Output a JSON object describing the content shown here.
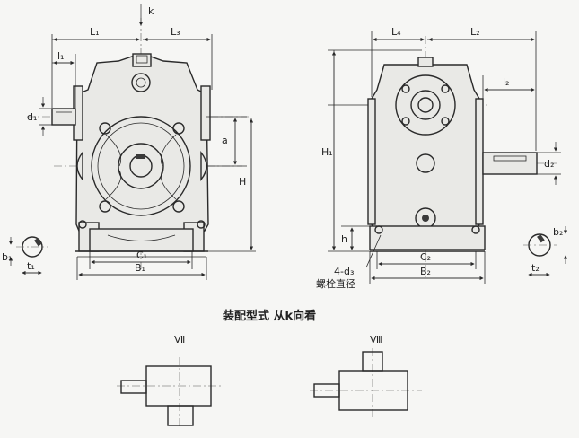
{
  "front_view": {
    "label_k": "k",
    "label_l1": "L₁",
    "label_l3": "L₃",
    "label_l1_shaft": "l₁",
    "label_d1": "d₁",
    "label_a": "a",
    "label_h": "H",
    "label_c1": "C₁",
    "label_b1": "B₁",
    "label_b1_key": "b₁",
    "label_t1": "t₁"
  },
  "side_view": {
    "label_l4": "L₄",
    "label_l2": "L₂",
    "label_l2_shaft": "l₂",
    "label_d2": "d₂",
    "label_h1": "H₁",
    "label_h_base": "h",
    "label_c2": "C₂",
    "label_b2": "B₂",
    "label_b2_key": "b₂",
    "label_t2": "t₂",
    "label_bolt_count": "4-d₃",
    "label_bolt_note": "螺栓直径"
  },
  "assembly": {
    "caption": "装配型式  从k向看",
    "type_vii": "Ⅶ",
    "type_viii": "Ⅷ"
  }
}
